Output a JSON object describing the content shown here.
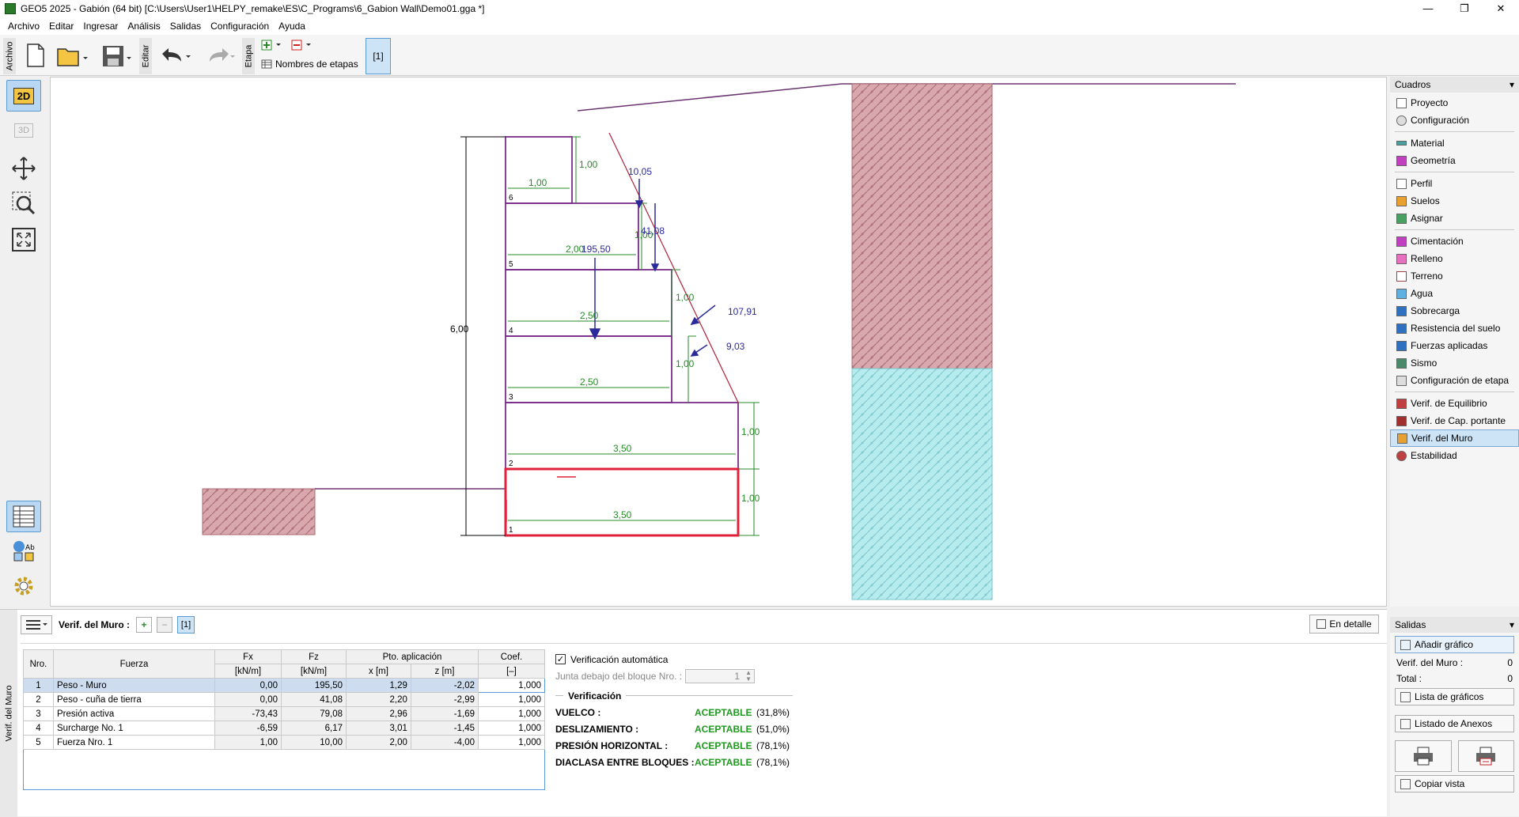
{
  "window": {
    "title": "GEO5 2025 - Gabión (64 bit) [C:\\Users\\User1\\HELPY_remake\\ES\\C_Programs\\6_Gabion Wall\\Demo01.gga *]"
  },
  "menu": [
    "Archivo",
    "Editar",
    "Ingresar",
    "Análisis",
    "Salidas",
    "Configuración",
    "Ayuda"
  ],
  "toolbar": {
    "archivo_tab": "Archivo",
    "editar_tab": "Editar",
    "etapa_tab": "Etapa",
    "stage_names": "Nombres de etapas",
    "stage_btn": "[1]"
  },
  "lefttools": {
    "mode2d": "2D",
    "mode3d": "3D"
  },
  "drawing": {
    "dims": [
      "1,00",
      "1,00",
      "2,00",
      "2,50",
      "2,50",
      "3,50",
      "3,50",
      "1,00",
      "1,00",
      "1,00",
      "1,00",
      "1,00",
      "6,00"
    ],
    "forces": [
      "10,05",
      "41,08",
      "195,50",
      "107,91",
      "9,03"
    ],
    "blocks": [
      "1",
      "2",
      "3",
      "4",
      "5",
      "6"
    ]
  },
  "cuadros": {
    "title": "Cuadros",
    "items": [
      "Proyecto",
      "Configuración",
      "Material",
      "Geometría",
      "Perfil",
      "Suelos",
      "Asignar",
      "Cimentación",
      "Relleno",
      "Terreno",
      "Agua",
      "Sobrecarga",
      "Resistencia del suelo",
      "Fuerzas aplicadas",
      "Sismo",
      "Configuración de etapa",
      "Verif. de Equilibrio",
      "Verif. de Cap. portante",
      "Verif. del Muro",
      "Estabilidad"
    ]
  },
  "bottom": {
    "vtab": "Verif. del Muro",
    "label": "Verif. del Muro :",
    "stage": "[1]",
    "detail_btn": "En detalle",
    "headers": {
      "nro": "Nro.",
      "fuerza": "Fuerza",
      "fx": "Fx",
      "fz": "Fz",
      "pto": "Pto. aplicación",
      "coef": "Coef.",
      "fx_u": "[kN/m]",
      "fz_u": "[kN/m]",
      "x_u": "x [m]",
      "z_u": "z [m]",
      "coef_u": "[–]"
    },
    "rows": [
      {
        "nro": "1",
        "name": "Peso - Muro",
        "fx": "0,00",
        "fz": "195,50",
        "x": "1,29",
        "z": "-2,02",
        "coef": "1,000"
      },
      {
        "nro": "2",
        "name": "Peso - cuña de tierra",
        "fx": "0,00",
        "fz": "41,08",
        "x": "2,20",
        "z": "-2,99",
        "coef": "1,000"
      },
      {
        "nro": "3",
        "name": "Presión activa",
        "fx": "-73,43",
        "fz": "79,08",
        "x": "2,96",
        "z": "-1,69",
        "coef": "1,000"
      },
      {
        "nro": "4",
        "name": "Surcharge No. 1",
        "fx": "-6,59",
        "fz": "6,17",
        "x": "3,01",
        "z": "-1,45",
        "coef": "1,000"
      },
      {
        "nro": "5",
        "name": "Fuerza Nro. 1",
        "fx": "1,00",
        "fz": "10,00",
        "x": "2,00",
        "z": "-4,00",
        "coef": "1,000"
      }
    ],
    "auto_verif": "Verificación automática",
    "joint_label": "Junta debajo del bloque Nro. :",
    "joint_value": "1",
    "verif_title": "Verificación",
    "results": [
      {
        "label": "VUELCO :",
        "status": "ACEPTABLE",
        "pct": "(31,8%)"
      },
      {
        "label": "DESLIZAMIENTO :",
        "status": "ACEPTABLE",
        "pct": "(51,0%)"
      },
      {
        "label": "PRESIÓN HORIZONTAL :",
        "status": "ACEPTABLE",
        "pct": "(78,1%)"
      },
      {
        "label": "DIACLASA ENTRE BLOQUES :",
        "status": "ACEPTABLE",
        "pct": "(78,1%)"
      }
    ]
  },
  "salidas": {
    "title": "Salidas",
    "add": "Añadir gráfico",
    "verif_label": "Verif. del Muro :",
    "verif_val": "0",
    "total_label": "Total :",
    "total_val": "0",
    "list": "Lista de gráficos",
    "annex": "Listado de Anexos",
    "copy": "Copiar vista"
  }
}
